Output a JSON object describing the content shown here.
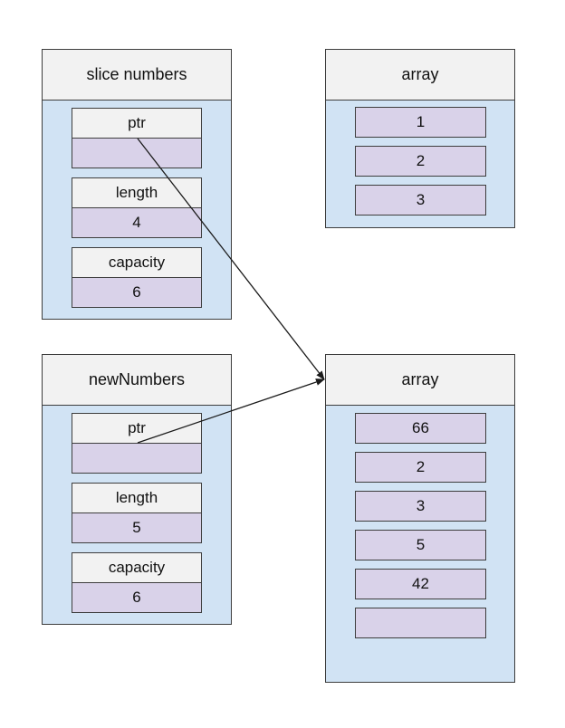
{
  "slice_numbers": {
    "title": "slice numbers",
    "ptr_label": "ptr",
    "ptr_value": "",
    "length_label": "length",
    "length_value": "4",
    "capacity_label": "capacity",
    "capacity_value": "6"
  },
  "array_top": {
    "title": "array",
    "items": [
      "1",
      "2",
      "3"
    ]
  },
  "new_numbers": {
    "title": "newNumbers",
    "ptr_label": "ptr",
    "ptr_value": "",
    "length_label": "length",
    "length_value": "5",
    "capacity_label": "capacity",
    "capacity_value": "6"
  },
  "array_bottom": {
    "title": "array",
    "items": [
      "66",
      "2",
      "3",
      "5",
      "42",
      ""
    ]
  }
}
